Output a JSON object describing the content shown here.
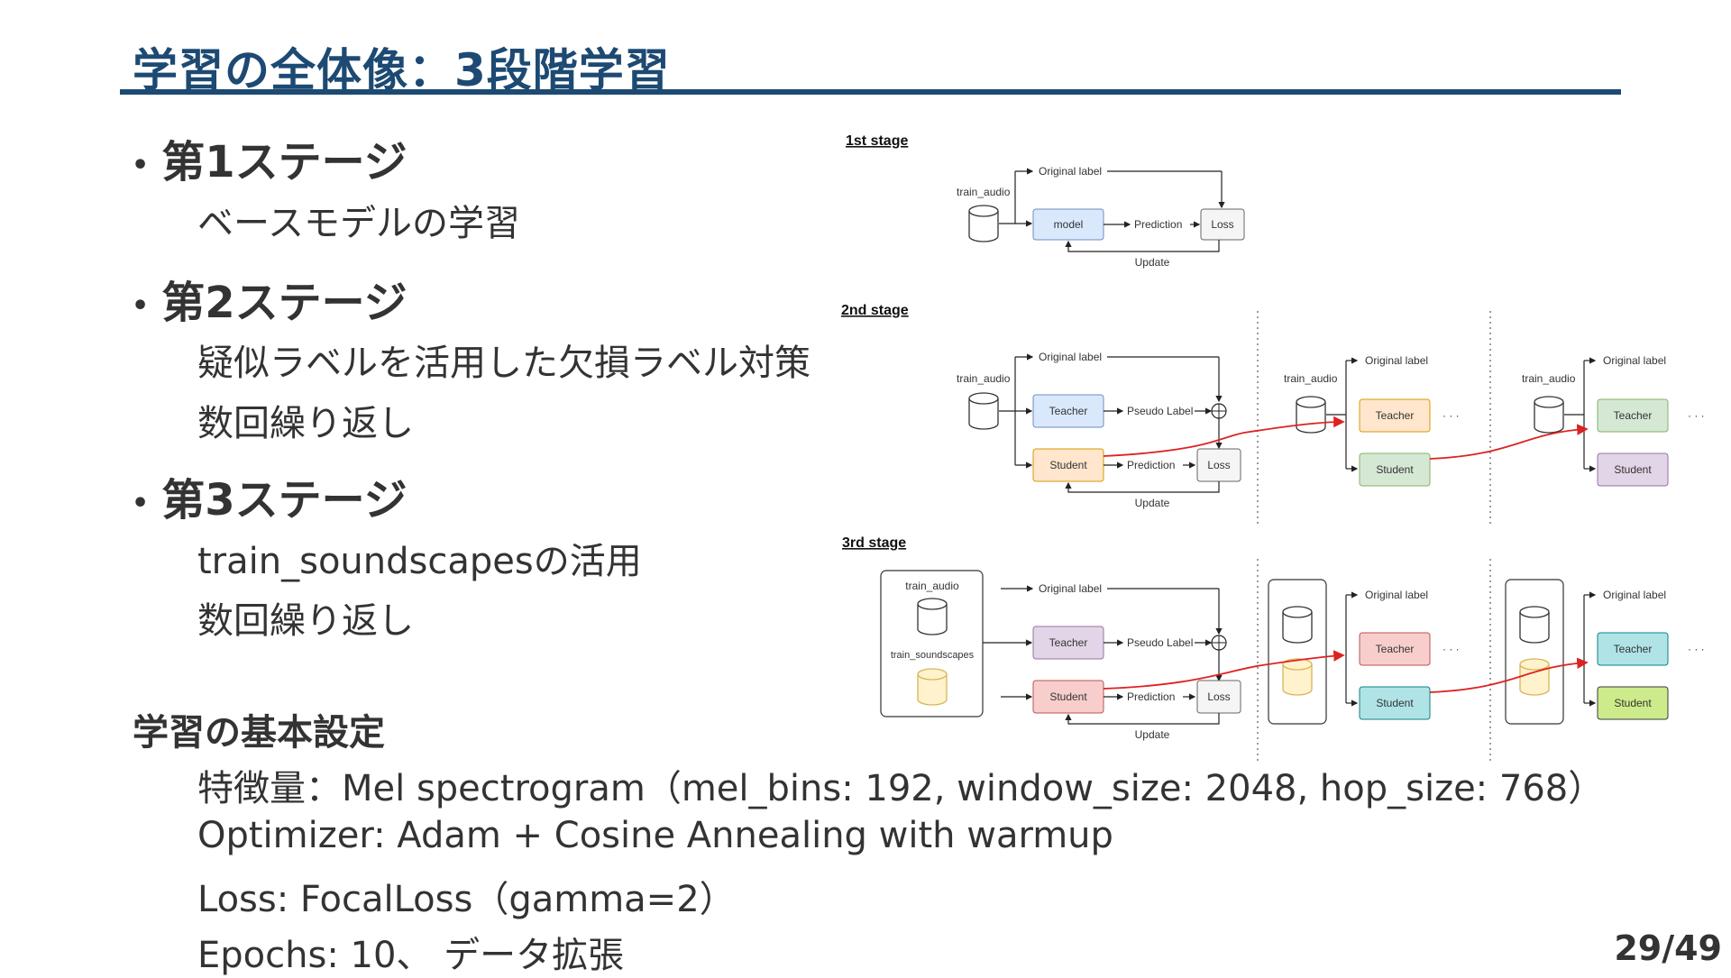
{
  "title": "学習の全体像：3段階学習",
  "stages": [
    {
      "heading": "第1ステージ",
      "lines": [
        "ベースモデルの学習"
      ]
    },
    {
      "heading": "第2ステージ",
      "lines": [
        "疑似ラベルを活用した欠損ラベル対策",
        "数回繰り返し"
      ]
    },
    {
      "heading": "第3ステージ",
      "lines": [
        "train_soundscapesの活用",
        "数回繰り返し"
      ]
    }
  ],
  "settings": {
    "heading": "学習の基本設定",
    "lines": [
      "特徴量：Mel spectrogram（mel_bins: 192, window_size: 2048, hop_size: 768）",
      "Optimizer: Adam + Cosine Annealing with warmup",
      "Loss: FocalLoss（gamma=2）",
      "Epochs: 10、 データ拡張"
    ]
  },
  "page": "29/49",
  "diagram": {
    "stage1": "1st stage",
    "stage2": "2nd stage",
    "stage3": "3rd stage",
    "train_audio": "train_audio",
    "train_soundscapes": "train_soundscapes",
    "original_label": "Original label",
    "model": "model",
    "prediction": "Prediction",
    "loss": "Loss",
    "update": "Update",
    "teacher": "Teacher",
    "student": "Student",
    "pseudo_label": "Pseudo Label",
    "ellipsis": "· · ·"
  }
}
